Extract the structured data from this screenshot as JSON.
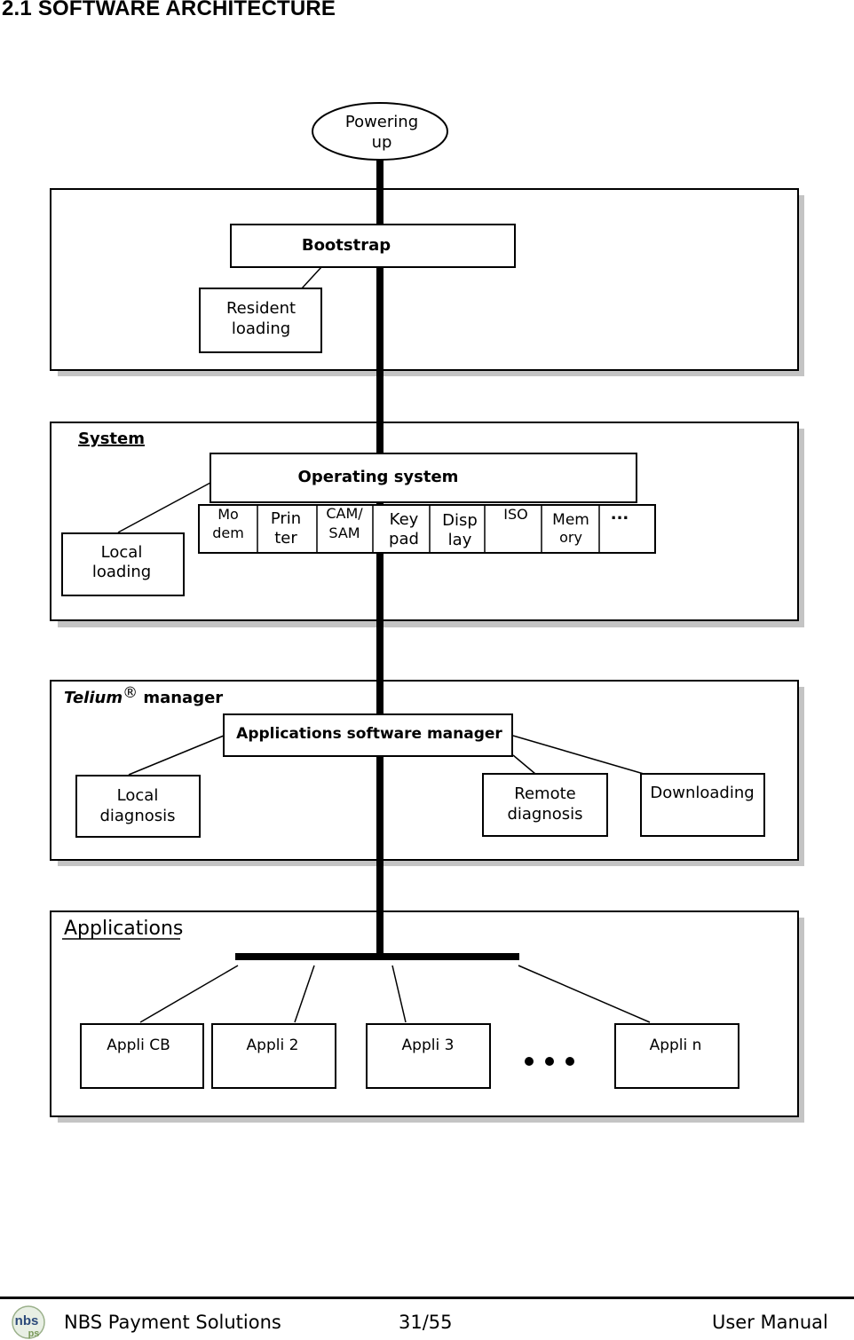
{
  "heading": "2.1 SOFTWARE ARCHITECTURE",
  "diagram": {
    "start": {
      "line1": "Powering",
      "line2": "up"
    },
    "bootstrap_section": {
      "bootstrap": "Bootstrap",
      "resident_loading": {
        "line1": "Resident",
        "line2": "loading"
      }
    },
    "system_section": {
      "title": "System",
      "operating_system": "Operating system",
      "local_loading": {
        "line1": "Local",
        "line2": "loading"
      },
      "drivers": [
        {
          "line1": "Mo",
          "line2": "dem"
        },
        {
          "line1": "Prin",
          "line2": "ter"
        },
        {
          "line1": "CAM/",
          "line2": "SAM"
        },
        {
          "line1": "Key",
          "line2": "pad"
        },
        {
          "line1": "Disp",
          "line2": "lay"
        },
        {
          "line1": "ISO",
          "line2": ""
        },
        {
          "line1": "Mem",
          "line2": "ory"
        },
        {
          "line1": "...",
          "line2": ""
        }
      ]
    },
    "manager_section": {
      "title_brand": "Telium",
      "title_mark": "®",
      "title_rest": " manager",
      "asm": "Applications software manager",
      "local_diagnosis": {
        "line1": "Local",
        "line2": "diagnosis"
      },
      "remote_diagnosis": {
        "line1": "Remote",
        "line2": "diagnosis"
      },
      "downloading": "Downloading"
    },
    "applications_section": {
      "title": "Applications",
      "apps": [
        "Appli CB",
        "Appli 2",
        "Appli 3",
        "Appli n"
      ]
    }
  },
  "footer": {
    "company": "NBS Payment Solutions",
    "page": "31/55",
    "doc": "User Manual",
    "logo_text_top": "nbs",
    "logo_text_bottom": "ps"
  }
}
